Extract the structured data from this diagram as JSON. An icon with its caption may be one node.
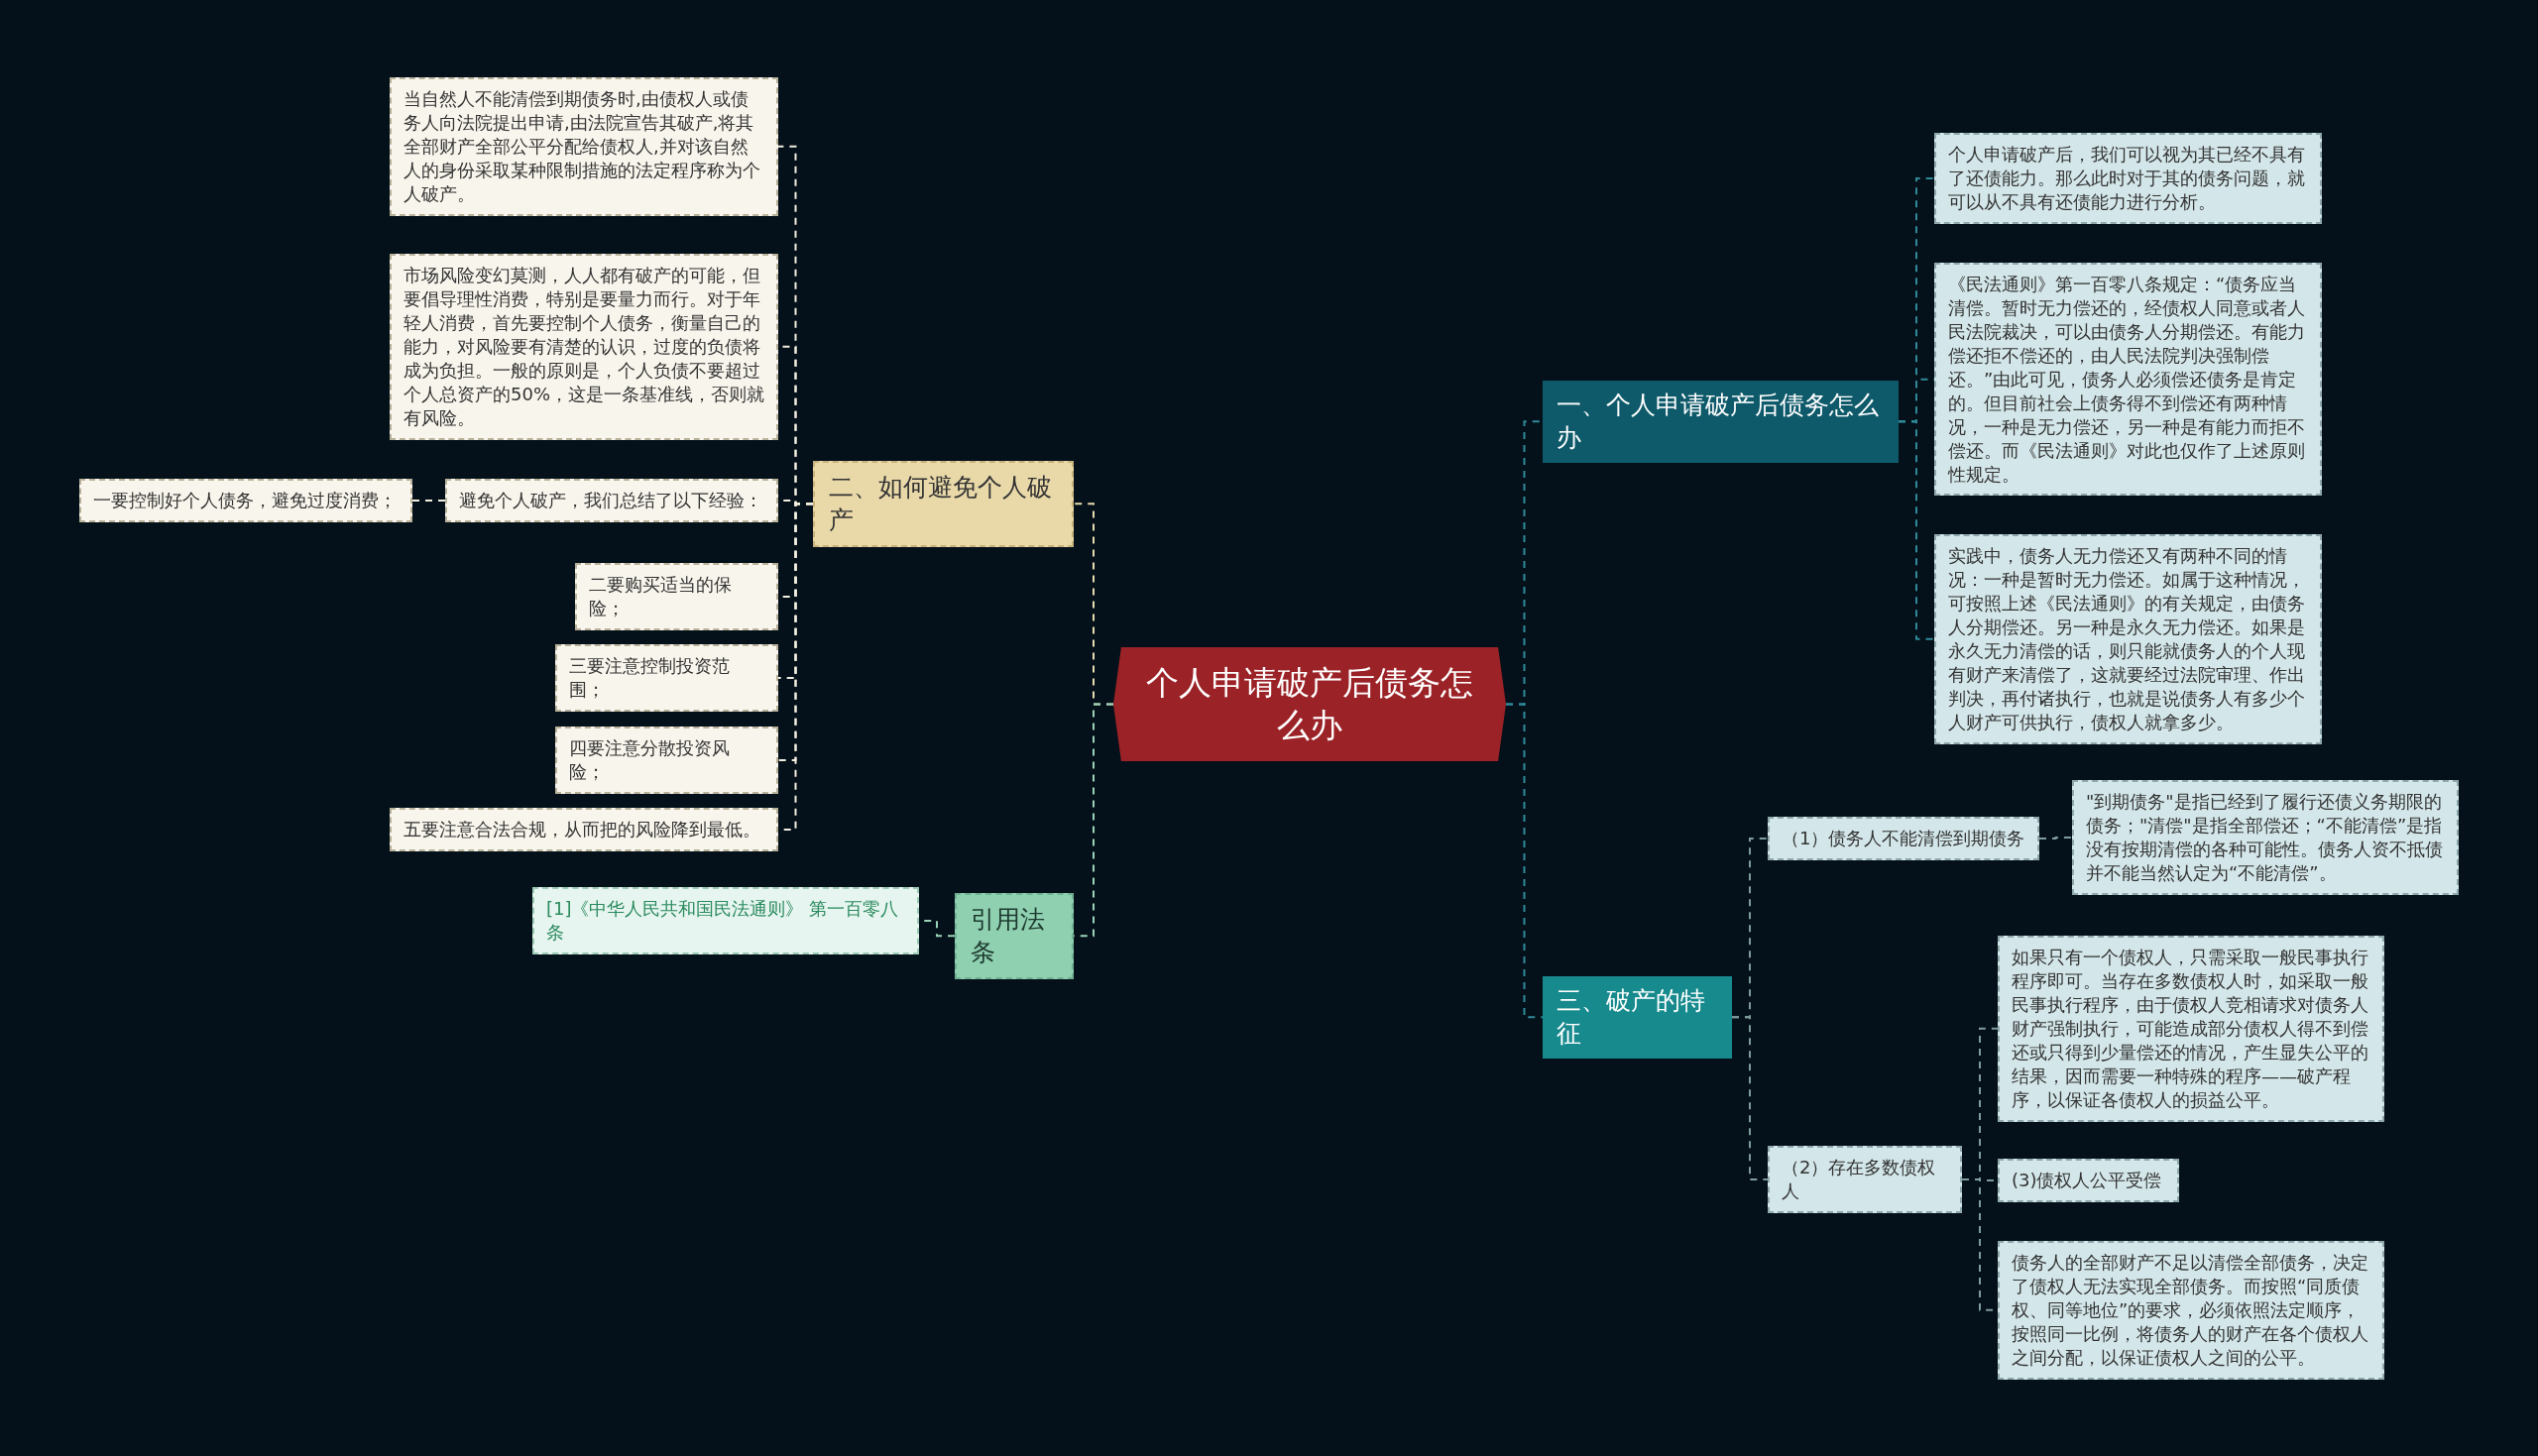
{
  "diagram": {
    "nodes": [
      {
        "text": [
          "个人申请破产后债务怎么办"
        ]
      },
      {
        "text": [
          "一、个人申请破产后债务怎么办"
        ]
      },
      {
        "text": [
          "个人申请破产后，我们可以视为其已经不具有了还债能力。那么此时对于其的债务问题，就可以从不具有还债能力进行分析。"
        ]
      },
      {
        "text": [
          "《民法通则》第一百零八条规定：“债务应当清偿。暂时无力偿还的，经债权人同意或者人民法院裁决，可以由债务人分期偿还。有能力偿还拒不偿还的，由人民法院判决强制偿还。”由此可见，债务人必须偿还债务是肯定的。但目前社会上债务得不到偿还有两种情况，一种是无力偿还，另一种是有能力而拒不偿还。而《民法通则》对此也仅作了上述原则性规定。"
        ]
      },
      {
        "text": [
          "实践中，债务人无力偿还又有两种不同的情况：一种是暂时无力偿还。如属于这种情况，可按照上述《民法通则》的有关规定，由债务人分期偿还。另一种是永久无力偿还。如果是永久无力清偿的话，则只能就债务人的个人现有财产来清偿了，这就要经过法院审理、作出判决，再付诸执行，也就是说债务人有多少个人财产可供执行，债权人就拿多少。"
        ]
      },
      {
        "text": [
          "三、破产的特征"
        ]
      },
      {
        "text": [
          "（1）债务人不能清偿到期债务"
        ]
      },
      {
        "text": [
          "\"到期债务\"是指已经到了履行还债义务期限的债务；\"清偿\"是指全部偿还；“不能清偿”是指没有按期清偿的各种可能性。债务人资不抵债并不能当然认定为“不能清偿”。"
        ]
      },
      {
        "text": [
          "（2）存在多数债权人"
        ]
      },
      {
        "text": [
          "如果只有一个债权人，只需采取一般民事执行程序即可。当存在多数债权人时，如采取一般民事执行程序，由于债权人竞相请求对债务人财产强制执行，可能造成部分债权人得不到偿还或只得到少量偿还的情况，产生显失公平的结果，因而需要一种特殊的程序——破产程序，以保证各债权人的损益公平。"
        ]
      },
      {
        "text": [
          "(3)债权人公平受偿"
        ]
      },
      {
        "text": [
          "债务人的全部财产不足以清偿全部债务，决定了债权人无法实现全部债务。而按照“同质债权、同等地位”的要求，必须依照法定顺序，按照同一比例，将债务人的财产在各个债权人之间分配，以保证债权人之间的公平。"
        ]
      },
      {
        "text": [
          "二、如何避免个人破产"
        ]
      },
      {
        "text": [
          "当自然人不能清偿到期债务时,由债权人或债务人向法院提出申请,由法院宣告其破产,将其全部财产全部公平分配给债权人,并对该自然人的身份采取某种限制措施的法定程序称为个人破产。"
        ]
      },
      {
        "text": [
          "市场风险变幻莫测，人人都有破产的可能，但要倡导理性消费，特别是要量力而行。对于年轻人消费，首先要控制个人债务，衡量自己的能力，对风险要有清楚的认识，过度的负债将成为负担。一般的原则是，个人负债不要超过个人总资产的50%，这是一条基准线，否则就有风险。"
        ]
      },
      {
        "text": [
          "避免个人破产，我们总结了以下经验："
        ]
      },
      {
        "text": [
          "一要控制好个人债务，避免过度消费；"
        ]
      },
      {
        "text": [
          "二要购买适当的保险；"
        ]
      },
      {
        "text": [
          "三要注意控制投资范围；"
        ]
      },
      {
        "text": [
          "四要注意分散投资风险；"
        ]
      },
      {
        "text": [
          "五要注意合法合规，从而把的风险降到最低。"
        ]
      },
      {
        "text": [
          "引用法条"
        ]
      },
      {
        "text": [
          "[1]《中华人民共和国民法通则》 第一百零八条"
        ]
      }
    ],
    "edges": [
      {
        "from": 0,
        "to": 1,
        "arrow": "none",
        "style": "dashed",
        "color": "#2f8a99"
      },
      {
        "from": 1,
        "to": 2,
        "arrow": "none",
        "style": "dashed",
        "color": "#2f8a99"
      },
      {
        "from": 1,
        "to": 3,
        "arrow": "none",
        "style": "dashed",
        "color": "#2f8a99"
      },
      {
        "from": 1,
        "to": 4,
        "arrow": "none",
        "style": "dashed",
        "color": "#2f8a99"
      },
      {
        "from": 0,
        "to": 5,
        "arrow": "none",
        "style": "dashed",
        "color": "#2f8a99"
      },
      {
        "from": 5,
        "to": 6,
        "arrow": "none",
        "style": "dashed",
        "color": "#7f9c9c"
      },
      {
        "from": 6,
        "to": 7,
        "arrow": "none",
        "style": "dashed",
        "color": "#7f9c9c"
      },
      {
        "from": 5,
        "to": 8,
        "arrow": "none",
        "style": "dashed",
        "color": "#7f9c9c"
      },
      {
        "from": 8,
        "to": 9,
        "arrow": "none",
        "style": "dashed",
        "color": "#7f9c9c"
      },
      {
        "from": 8,
        "to": 10,
        "arrow": "none",
        "style": "dashed",
        "color": "#7f9c9c"
      },
      {
        "from": 8,
        "to": 11,
        "arrow": "none",
        "style": "dashed",
        "color": "#7f9c9c"
      },
      {
        "from": 0,
        "to": 12,
        "arrow": "none",
        "style": "dashed",
        "color": "#e6dcb0"
      },
      {
        "from": 12,
        "to": 13,
        "arrow": "none",
        "style": "dashed",
        "color": "#f2eee0"
      },
      {
        "from": 12,
        "to": 14,
        "arrow": "none",
        "style": "dashed",
        "color": "#f2eee0"
      },
      {
        "from": 12,
        "to": 15,
        "arrow": "none",
        "style": "dashed",
        "color": "#f2eee0"
      },
      {
        "from": 15,
        "to": 16,
        "arrow": "none",
        "style": "dashed",
        "color": "#f2eee0"
      },
      {
        "from": 12,
        "to": 17,
        "arrow": "none",
        "style": "dashed",
        "color": "#f2eee0"
      },
      {
        "from": 12,
        "to": 18,
        "arrow": "none",
        "style": "dashed",
        "color": "#f2eee0"
      },
      {
        "from": 12,
        "to": 19,
        "arrow": "none",
        "style": "dashed",
        "color": "#f2eee0"
      },
      {
        "from": 12,
        "to": 20,
        "arrow": "none",
        "style": "dashed",
        "color": "#f2eee0"
      },
      {
        "from": 0,
        "to": 21,
        "arrow": "none",
        "style": "dashed",
        "color": "#9ad4b8"
      },
      {
        "from": 21,
        "to": 22,
        "arrow": "none",
        "style": "dashed",
        "color": "#9ad4b8"
      }
    ]
  }
}
